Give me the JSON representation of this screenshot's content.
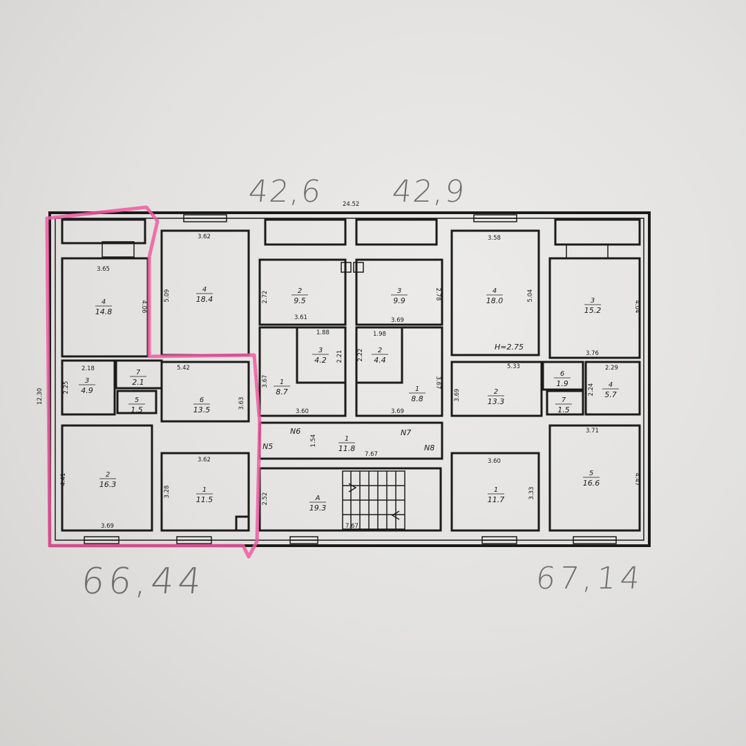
{
  "handwritten": {
    "top_left": "42,6",
    "top_right": "42,9",
    "bottom_left": "66,44",
    "bottom_right": "67,14"
  },
  "plan": {
    "overall_width": "24.52",
    "overall_height": "12.30",
    "ceiling_height": "H=2.75",
    "highlight_color": "#f05aa0",
    "wall_color": "#1a1a1a",
    "apartment_labels": [
      "N5",
      "N6",
      "N7",
      "N8"
    ],
    "rooms": [
      {
        "num": "4",
        "area": "14.8",
        "dims": [
          "3.65",
          "4.06"
        ]
      },
      {
        "num": "4",
        "area": "18.4",
        "dims": [
          "3.62",
          "5.09"
        ]
      },
      {
        "num": "3",
        "area": "4.9",
        "dims": [
          "2.18",
          "2.25"
        ]
      },
      {
        "num": "7",
        "area": "2.1",
        "dims": []
      },
      {
        "num": "5",
        "area": "1.5",
        "dims": []
      },
      {
        "num": "6",
        "area": "13.5",
        "dims": [
          "5.42",
          "3.63"
        ]
      },
      {
        "num": "2",
        "area": "16.3",
        "dims": [
          "4.41",
          "3.69"
        ]
      },
      {
        "num": "1",
        "area": "11.5",
        "dims": [
          "3.62",
          "3.28"
        ]
      },
      {
        "num": "2",
        "area": "9.5",
        "dims": [
          "2.72",
          "3.61"
        ]
      },
      {
        "num": "3",
        "area": "9.9",
        "dims": [
          "2.78",
          "3.69"
        ]
      },
      {
        "num": "3",
        "area": "4.2",
        "dims": [
          "1.88",
          "2.21"
        ]
      },
      {
        "num": "2",
        "area": "4.4",
        "dims": [
          "1.98",
          "2.22"
        ]
      },
      {
        "num": "1",
        "area": "8.7",
        "dims": [
          "3.67",
          "3.60"
        ]
      },
      {
        "num": "1",
        "area": "8.8",
        "dims": [
          "3.67",
          "3.69"
        ]
      },
      {
        "num": "1",
        "area": "11.8",
        "dims": [
          "1.54",
          "7.67"
        ]
      },
      {
        "num": "A",
        "area": "19.3",
        "dims": [
          "2.52",
          "7.67"
        ]
      },
      {
        "num": "4",
        "area": "18.0",
        "dims": [
          "3.58",
          "5.04"
        ]
      },
      {
        "num": "3",
        "area": "15.2",
        "dims": [
          "4.04",
          "3.76"
        ]
      },
      {
        "num": "2",
        "area": "13.3",
        "dims": [
          "5.33",
          "3.69"
        ]
      },
      {
        "num": "6",
        "area": "1.9",
        "dims": []
      },
      {
        "num": "7",
        "area": "1.5",
        "dims": []
      },
      {
        "num": "4",
        "area": "5.7",
        "dims": [
          "2.29",
          "2.24"
        ]
      },
      {
        "num": "1",
        "area": "11.7",
        "dims": [
          "3.60",
          "3.33"
        ]
      },
      {
        "num": "5",
        "area": "16.6",
        "dims": [
          "3.71",
          "4.47"
        ]
      }
    ]
  }
}
